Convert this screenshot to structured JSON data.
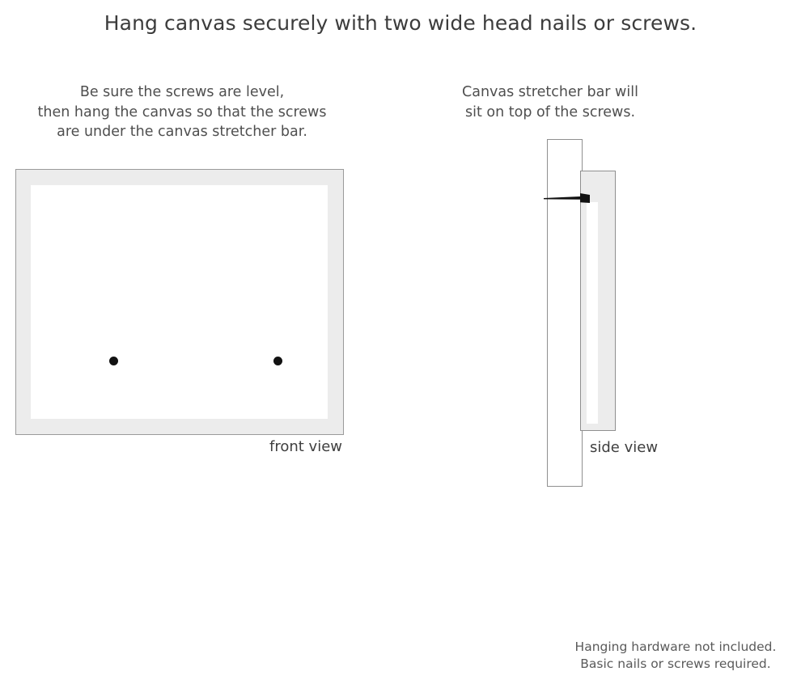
{
  "headline": "Hang canvas securely with two wide head nails or screws.",
  "captions": {
    "left": {
      "lines": [
        "Be sure the screws are level,",
        "then hang the canvas so that the screws",
        "are under the canvas stretcher bar."
      ]
    },
    "right": {
      "lines": [
        "Canvas stretcher bar will",
        "sit on top of the screws."
      ]
    }
  },
  "front_view": {
    "label": "front view",
    "frame_color": "#ececec",
    "frame_border_color": "#9a9a9a",
    "canvas_color": "#ffffff",
    "screws": [
      {
        "name": "left-screw",
        "color": "#121212"
      },
      {
        "name": "right-screw",
        "color": "#121212"
      }
    ]
  },
  "side_view": {
    "label": "side view",
    "wall_color": "#ffffff",
    "wall_border_color": "#8f8f8f",
    "stretcher_bar_color": "#ececec",
    "stretcher_bar_border_color": "#8f8f8f",
    "canvas_face_color": "#ffffff",
    "nail": {
      "name": "nail",
      "color": "#111111"
    }
  },
  "disclaimer": {
    "lines": [
      "Hanging hardware not included.",
      "Basic nails or screws required."
    ]
  }
}
